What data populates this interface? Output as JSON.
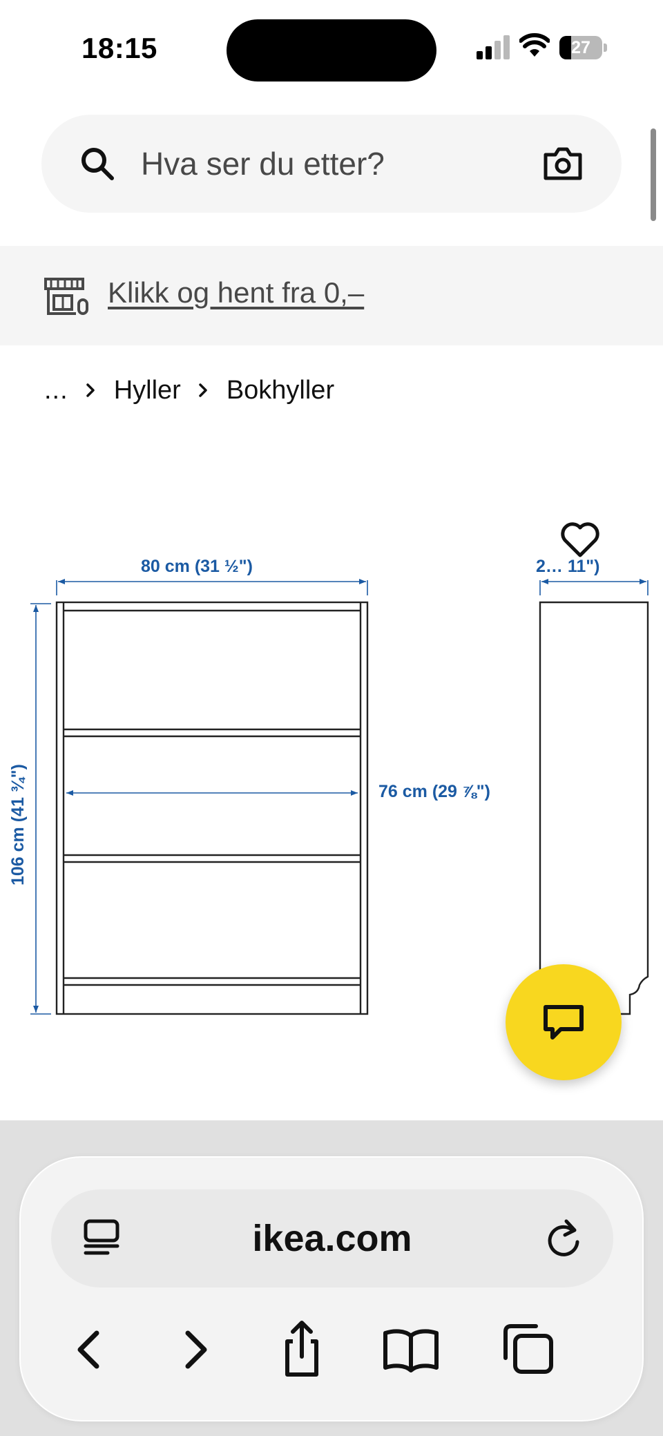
{
  "status_bar": {
    "time": "18:15",
    "battery_level": "27",
    "battery_fraction": 0.27
  },
  "search": {
    "placeholder": "Hva ser du etter?",
    "icon": "search-icon",
    "camera_icon": "camera-icon"
  },
  "promo": {
    "icon": "store-icon",
    "link_text": "Klikk og hent fra 0,–"
  },
  "breadcrumb": {
    "ellipsis": "...",
    "items": [
      "Hyller",
      "Bokhyller"
    ]
  },
  "product_image": {
    "dimensions": {
      "width": "80 cm (31 ½\")",
      "inner_width": "76 cm (29 ⅞\")",
      "height": "106 cm (41 ¾\")",
      "depth": "2…  11\")"
    },
    "favorite_icon": "heart-icon"
  },
  "chat": {
    "icon": "chat-bubble-icon",
    "color": "#f8d71f"
  },
  "browser": {
    "url": "ikea.com",
    "icons": [
      "reader-icon",
      "reload-icon",
      "back-icon",
      "forward-icon",
      "share-icon",
      "bookmarks-icon",
      "tabs-icon"
    ]
  },
  "colors": {
    "dimension_blue": "#1b5aa3",
    "chat_yellow": "#f8d71f"
  }
}
